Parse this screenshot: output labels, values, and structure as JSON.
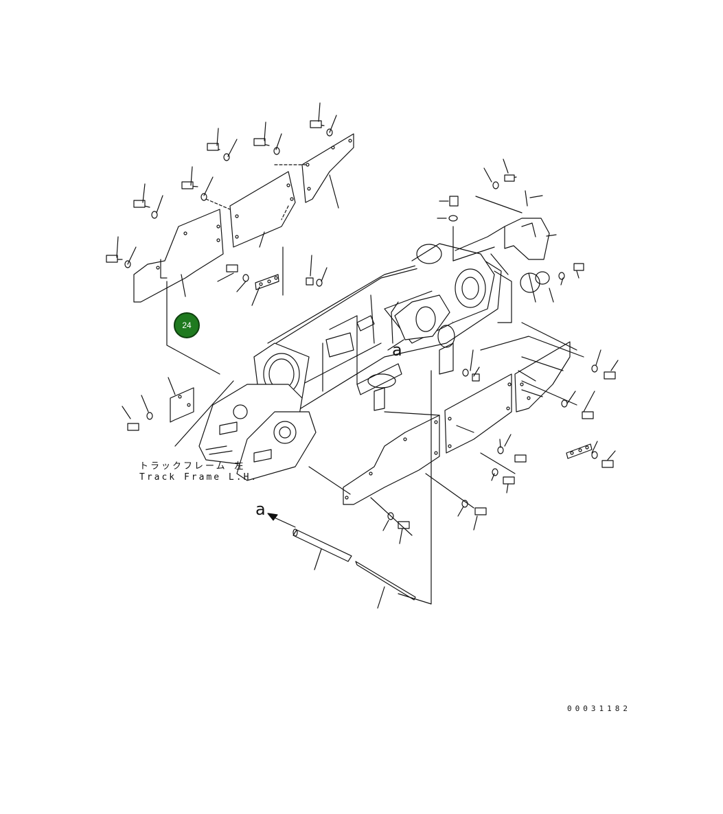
{
  "labels": {
    "frame_name_jp": "トラックフレーム 左",
    "frame_name_en": "Track Frame L.H.",
    "drawing_number": "00031182",
    "view_ref_1": "a",
    "view_ref_2": "a"
  },
  "callouts": [
    {
      "number": "24",
      "color": "#1f7a1f"
    }
  ],
  "colors": {
    "line": "#111111",
    "background": "#ffffff"
  }
}
